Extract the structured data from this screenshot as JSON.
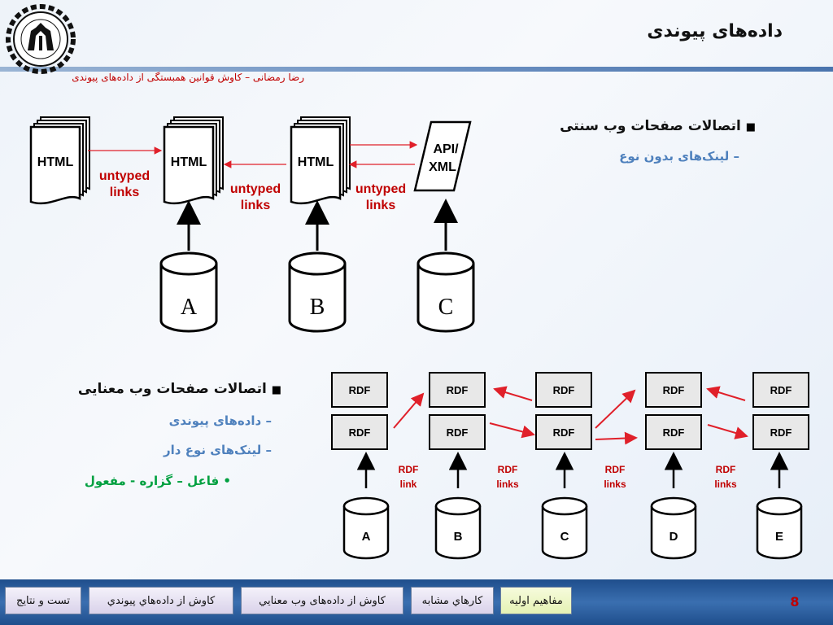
{
  "slide": {
    "title": "داده‌های پیوندی",
    "subtitle": "رضا رمضانی – کاوش قوانین همبستگی از داده‌های پیوندی",
    "page_number": "8"
  },
  "bullets": {
    "web_title": "اتصالات صفحات وب سنتی",
    "web_sub": "لینک‌های بدون نوع",
    "semantic_title": "اتصالات صفحات وب معنایی",
    "semantic_sub1": "داده‌های پیوندی",
    "semantic_sub2": "لینک‌های نوع دار",
    "semantic_sub3": "فاعل – گزاره - مفعول",
    "marker_square": "■",
    "marker_dash": "–",
    "marker_dot": "•"
  },
  "diagram1": {
    "html_label": "HTML",
    "api_label_1": "API/",
    "api_label_2": "XML",
    "untyped_1": "untyped",
    "untyped_2": "links",
    "db_labels": [
      "A",
      "B",
      "C"
    ]
  },
  "diagram2": {
    "rdf_label": "RDF",
    "link_labels": [
      [
        "RDF",
        "link"
      ],
      [
        "RDF",
        "links"
      ],
      [
        "RDF",
        "links"
      ],
      [
        "RDF",
        "links"
      ]
    ],
    "db_labels": [
      "A",
      "B",
      "C",
      "D",
      "E"
    ]
  },
  "footer": {
    "tabs": [
      "تست و نتایج",
      "کاوش از داده‌هاي پيوندي",
      "کاوش از داده‌های وب معنايي",
      "کارهاي مشابه",
      "مفاهیم اولیه"
    ]
  },
  "colors": {
    "accent_red": "#c00000",
    "blue": "#4f81bd",
    "green": "#00a040",
    "arrow_red": "#e0202a"
  }
}
